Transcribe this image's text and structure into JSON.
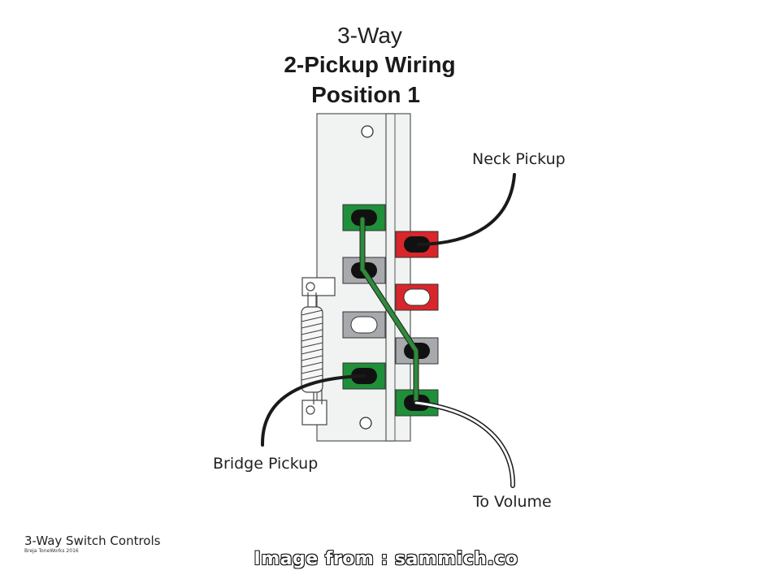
{
  "title": {
    "line1": "3-Way",
    "line2": "2-Pickup Wiring",
    "line3": "Position 1"
  },
  "labels": {
    "neck_pickup": "Neck Pickup",
    "bridge_pickup": "Bridge Pickup",
    "to_volume": "To Volume"
  },
  "footer": {
    "title": "3-Way Switch Controls",
    "subtitle": "Breja ToneWorks 2016"
  },
  "watermark": "Image from : sammich.co",
  "colors": {
    "active_lug": "#1f8f3a",
    "neck_lug": "#d8262b",
    "inactive_lug": "#a7a9ac",
    "jumper_wire": "#2e8b3a",
    "pickup_wire": "#1a1a1a",
    "volume_wire": "#ffffff"
  }
}
